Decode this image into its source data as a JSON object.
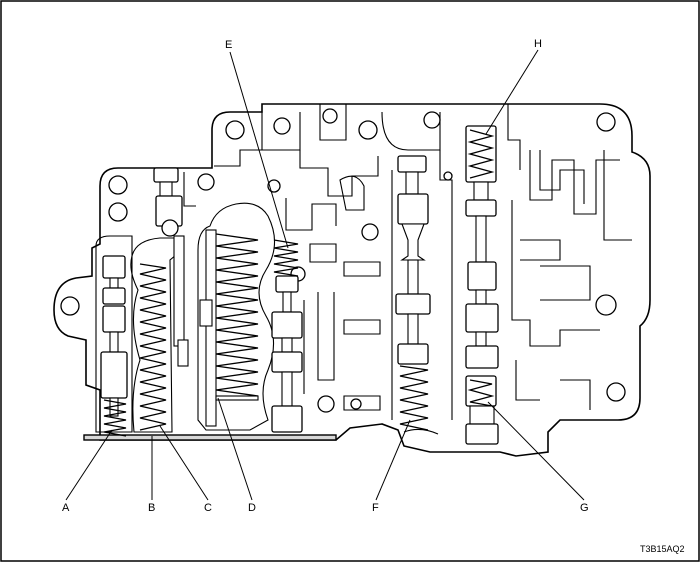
{
  "figure_code": "T3B15AQ2",
  "callouts": [
    {
      "id": "A",
      "label": "A"
    },
    {
      "id": "B",
      "label": "B"
    },
    {
      "id": "C",
      "label": "C"
    },
    {
      "id": "D",
      "label": "D"
    },
    {
      "id": "E",
      "label": "E"
    },
    {
      "id": "F",
      "label": "F"
    },
    {
      "id": "G",
      "label": "G"
    },
    {
      "id": "H",
      "label": "H"
    }
  ]
}
